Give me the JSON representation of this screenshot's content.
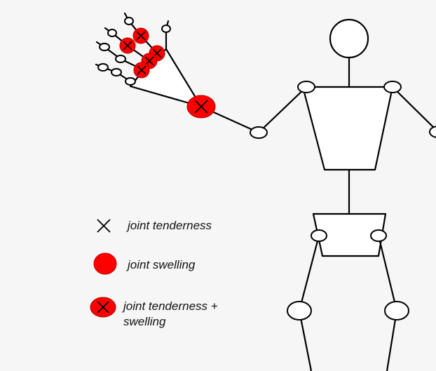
{
  "legend": {
    "tenderness": {
      "label": "joint tenderness",
      "icon": "cross-icon"
    },
    "swelling": {
      "label": "joint swelling",
      "icon": "red-circle-icon"
    },
    "both": {
      "label": "joint tenderness +\nswelling",
      "icon": "red-circle-cross-icon"
    }
  },
  "colors": {
    "swelling": "#ff0000",
    "outline": "#000000",
    "joint_fill": "#ffffff",
    "background": "#f6f6f6"
  }
}
